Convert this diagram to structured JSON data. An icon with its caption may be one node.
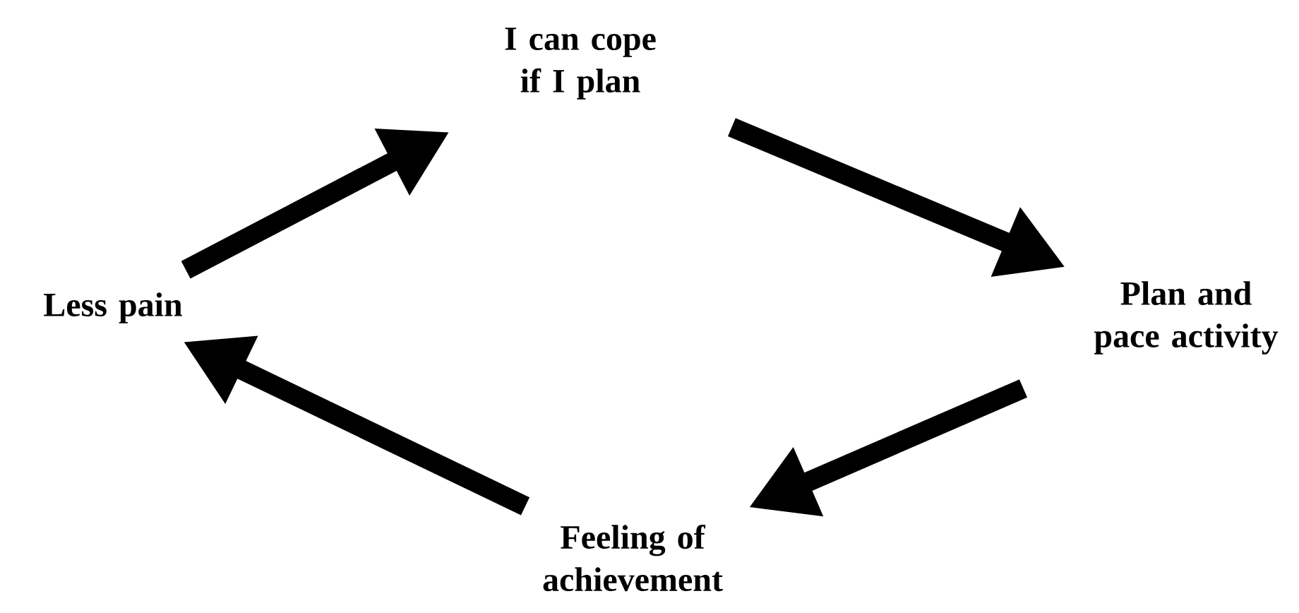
{
  "diagram": {
    "nodes": [
      {
        "text": [
          "I can cope if I plan"
        ]
      },
      {
        "text": [
          "Plan and pace activity"
        ]
      },
      {
        "text": [
          "Feeling of achievement"
        ]
      },
      {
        "text": [
          "Less pain"
        ]
      }
    ],
    "edges": [
      {
        "from": 0,
        "to": 1,
        "arrow": "to"
      },
      {
        "from": 1,
        "to": 2,
        "arrow": "to"
      },
      {
        "from": 2,
        "to": 3,
        "arrow": "to"
      },
      {
        "from": 3,
        "to": 0,
        "arrow": "to"
      }
    ]
  }
}
